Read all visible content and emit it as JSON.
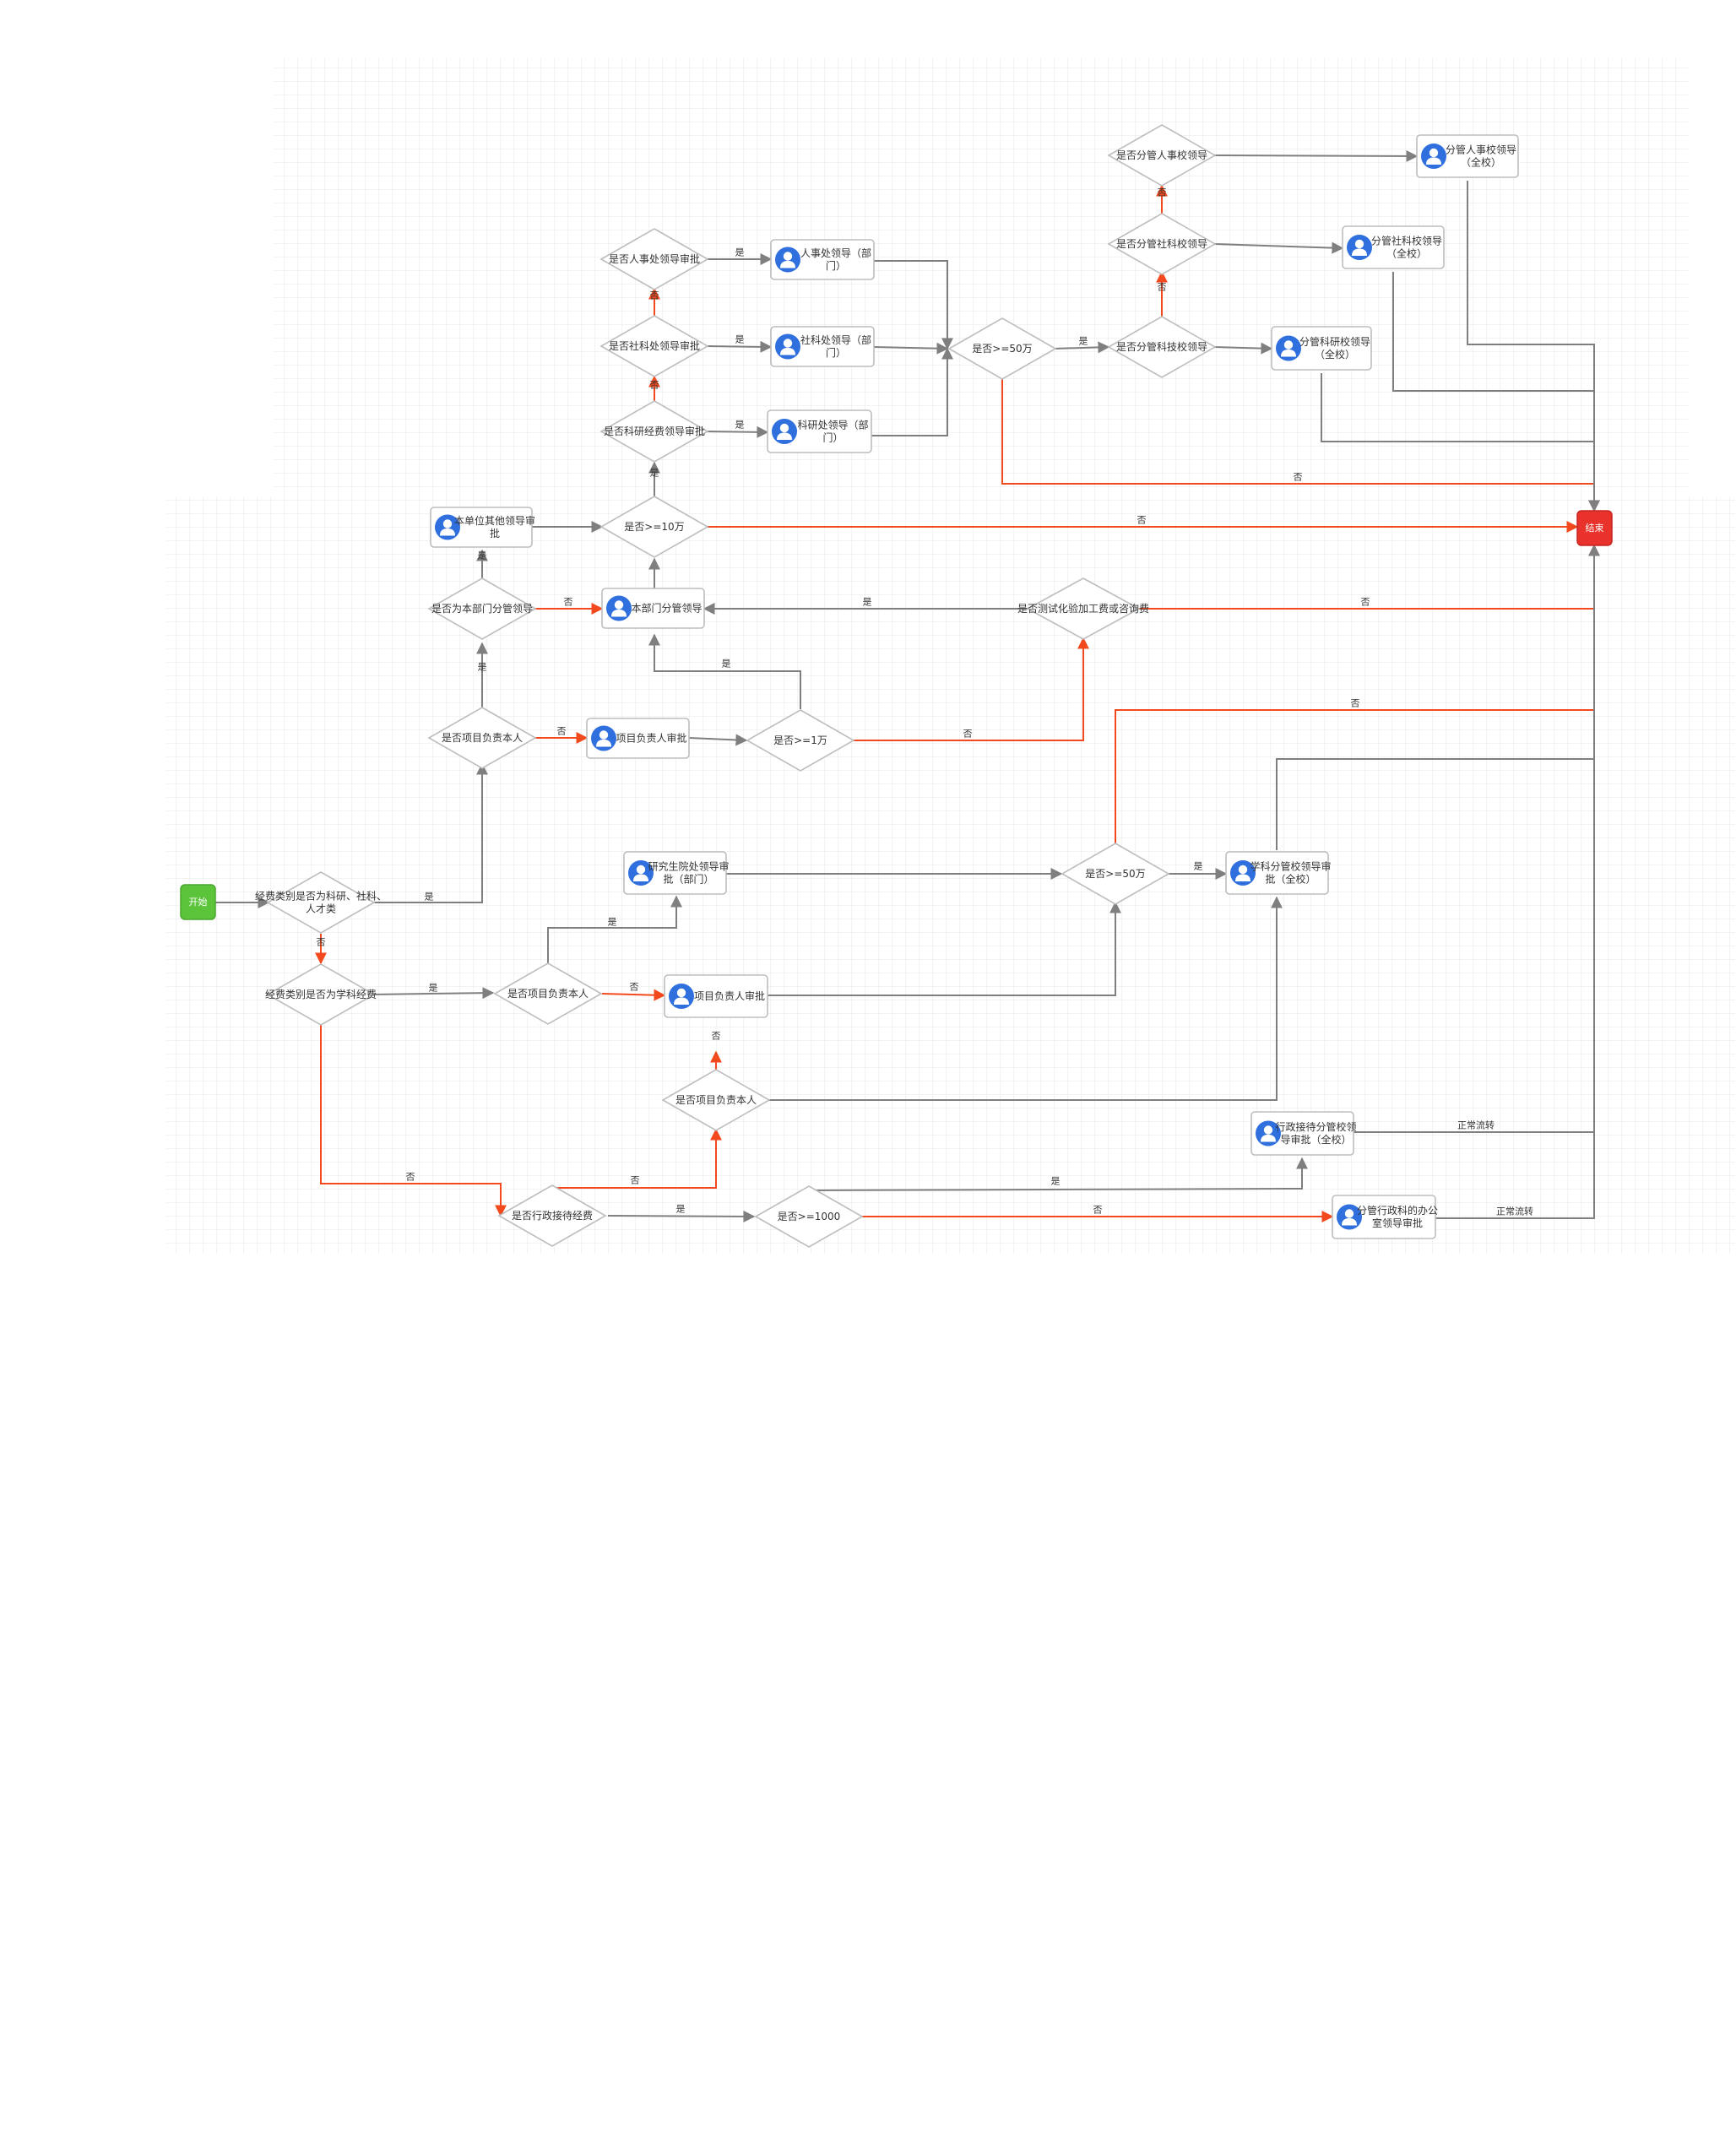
{
  "colors": {
    "start_fill": "#5bc43b",
    "end_fill": "#e8322b",
    "accent_blue": "#2f6fde",
    "line_gray": "#7f7f7f",
    "line_red": "#f24a1e",
    "grid_line": "#e7e7e7"
  },
  "icons": {
    "task": "user-avatar-icon"
  },
  "terminals": {
    "start": "开始",
    "end": "结束"
  },
  "nodes": {
    "d_main": [
      "经费类别是否为科研、社科、",
      "人才类"
    ],
    "d_subj": [
      "经费类别是否为学科经费"
    ],
    "d_self_a": [
      "是否项目负责本人"
    ],
    "t_proj_a": [
      "项目负责人审批"
    ],
    "d_1w": [
      "是否>=1万"
    ],
    "d_dept_mgr": [
      "是否为本部门分管领导"
    ],
    "t_dept_mgr": [
      "本部门分管领导"
    ],
    "t_unit_other": [
      "本单位其他领导审",
      "批"
    ],
    "d_10w": [
      "是否>=10万"
    ],
    "d_kyjf": [
      "是否科研经费领导审批"
    ],
    "d_skc": [
      "是否社科处领导审批"
    ],
    "d_rsc": [
      "是否人事处领导审批"
    ],
    "t_kyc": [
      "科研处领导（部",
      "门）"
    ],
    "t_skc": [
      "社科处领导（部",
      "门）"
    ],
    "t_rsc": [
      "人事处领导（部",
      "门）"
    ],
    "d_50w_a": [
      "是否>=50万"
    ],
    "d_fgkj": [
      "是否分管科技校领导"
    ],
    "d_fgsk": [
      "是否分管社科校领导"
    ],
    "d_fgrs": [
      "是否分管人事校领导"
    ],
    "t_fgky": [
      "分管科研校领导",
      "（全校）"
    ],
    "t_fgsk": [
      "分管社科校领导",
      "（全校）"
    ],
    "t_fgrs": [
      "分管人事校领导",
      "（全校）"
    ],
    "d_test": [
      "是否测试化验加工费或咨询费"
    ],
    "d_self_b": [
      "是否项目负责本人"
    ],
    "t_yjs": [
      "研究生院处领导审",
      "批（部门）"
    ],
    "t_proj_b": [
      "项目负责人审批"
    ],
    "d_50w_b": [
      "是否>=50万"
    ],
    "t_xkfg": [
      "学科分管校领导审",
      "批（全校）"
    ],
    "d_self_c": [
      "是否项目负责本人"
    ],
    "d_admin": [
      "是否行政接待经费"
    ],
    "d_1000": [
      "是否>=1000"
    ],
    "t_xzjd": [
      "行政接待分管校领",
      "导审批（全校）"
    ],
    "t_fgxzb": [
      "分管行政科的办公",
      "室领导审批"
    ]
  },
  "edge_labels": {
    "main_yes": "是",
    "main_no": "否",
    "subj_yes": "是",
    "subj_no": "否",
    "self_a_no": "否",
    "self_a_yes": "是",
    "w1_yes": "是",
    "w1_no": "否",
    "deptmgr_yes": "是",
    "deptmgr_no": "否",
    "test_yes": "是",
    "test_no": "否",
    "kyjf_yes": "是",
    "skc_yes": "是",
    "rsc_yes": "是",
    "w10_yes": "是",
    "skc_no": "否",
    "rsc_no": "否",
    "w10_no": "否",
    "w50a_yes": "是",
    "w50a_no": "否",
    "fgkj_no": "否",
    "fgsk_no": "否",
    "self_b_yes": "是",
    "self_b_no": "否",
    "w50b_yes": "是",
    "w50b_no": "否",
    "self_c_no": "否",
    "admin_no": "否",
    "admin_yes": "是",
    "w1000_yes": "是",
    "w1000_no": "否",
    "xzjd_flow": "正常流转",
    "fgxzb_flow": "正常流转"
  }
}
